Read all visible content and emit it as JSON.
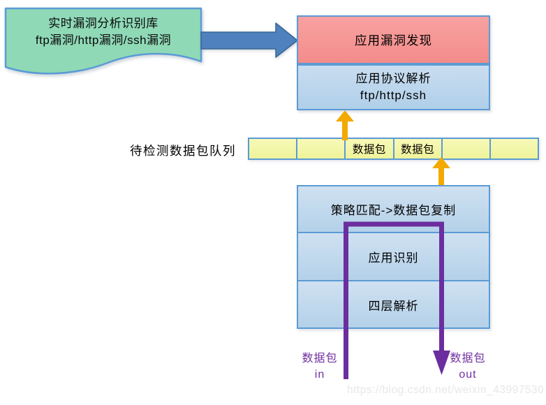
{
  "colors": {
    "box_border": "#5B9BD5",
    "doc_green_fill": "#8FD9B6",
    "vuln_red_fill": "#F5928F",
    "light_blue_fill": "#B7D3EA",
    "queue_yellow_fill": "#F3F5A2",
    "block_arrow_blue": "#4E81BD",
    "up_arrow_orange": "#F2A900",
    "packet_path_purple": "#6B2E9E",
    "flow_label_purple": "#7030A0"
  },
  "library_doc": {
    "line1": "实时漏洞分析识别库",
    "line2": "ftp漏洞/http漏洞/ssh漏洞"
  },
  "app_layer": {
    "vuln_discovery": "应用漏洞发现",
    "protocol_parse": "应用协议解析",
    "protocols": "ftp/http/ssh"
  },
  "queue": {
    "label": "待检测数据包队列",
    "cells": [
      "",
      "",
      "数据包",
      "数据包",
      "",
      ""
    ]
  },
  "engine": {
    "policy_match": "策略匹配->数据包复制",
    "app_identify": "应用识别",
    "l4_parse": "四层解析"
  },
  "flow": {
    "in_label": "数据包",
    "in_dir": "in",
    "out_label": "数据包",
    "out_dir": "out"
  },
  "watermark": "https://blog.csdn.net/weixin_43997530"
}
